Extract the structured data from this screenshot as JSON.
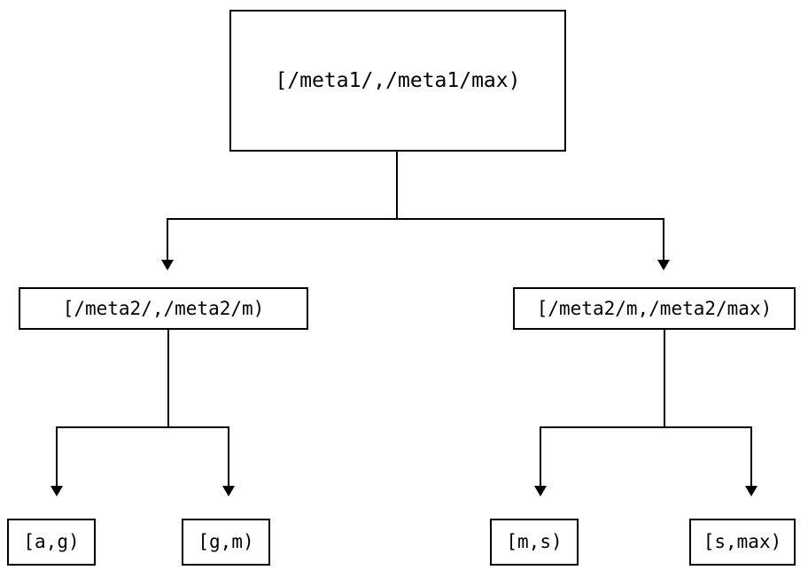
{
  "diagram": {
    "type": "tree",
    "orientation": "top-down",
    "background_color": "#ffffff",
    "stroke_color": "#000000",
    "nodes": {
      "root": {
        "label": "[/meta1/,/meta1/max)"
      },
      "mid_left": {
        "label": "[/meta2/,/meta2/m)"
      },
      "mid_right": {
        "label": "[/meta2/m,/meta2/max)"
      },
      "leaf_1": {
        "label": "[a,g)"
      },
      "leaf_2": {
        "label": "[g,m)"
      },
      "leaf_3": {
        "label": "[m,s)"
      },
      "leaf_4": {
        "label": "[s,max)"
      }
    },
    "edges": [
      {
        "from": "root",
        "to": "mid_left",
        "arrow": "down-triangle"
      },
      {
        "from": "root",
        "to": "mid_right",
        "arrow": "down-triangle"
      },
      {
        "from": "mid_left",
        "to": "leaf_1",
        "arrow": "down-triangle"
      },
      {
        "from": "mid_left",
        "to": "leaf_2",
        "arrow": "down-triangle"
      },
      {
        "from": "mid_right",
        "to": "leaf_3",
        "arrow": "down-triangle"
      },
      {
        "from": "mid_right",
        "to": "leaf_4",
        "arrow": "down-triangle"
      }
    ]
  }
}
